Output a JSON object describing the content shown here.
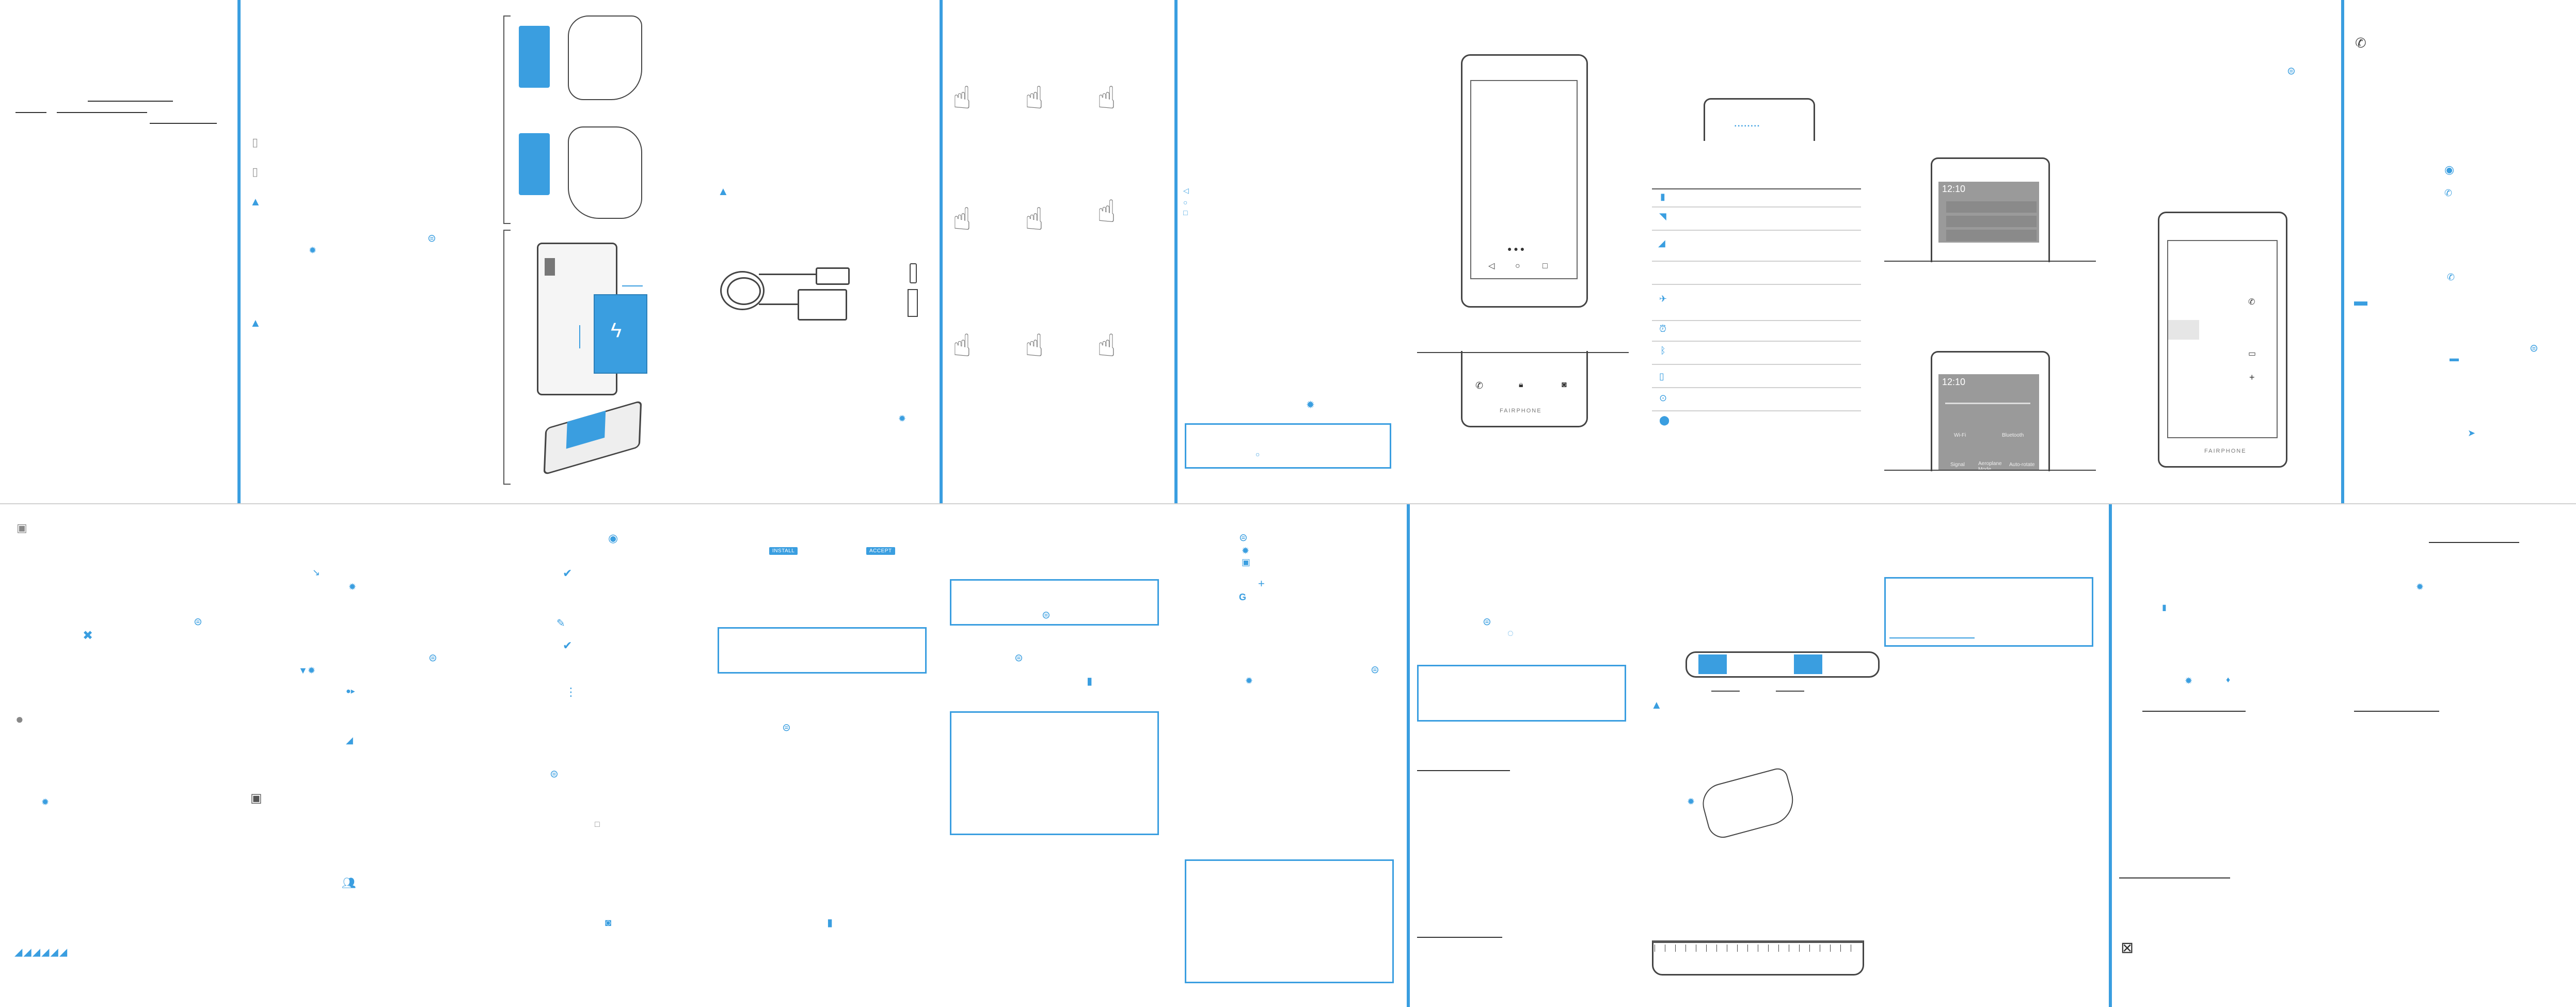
{
  "brand": "FAIRPHONE",
  "status_time": "12:10",
  "quick_toggles": [
    "Wi-Fi",
    "Bluetooth",
    "Signal",
    "Aeroplane Mode",
    "Auto-rotate"
  ],
  "install_button": "INSTALL",
  "accept_button": "ACCEPT",
  "colors": {
    "accent": "#3a9ee0",
    "divider": "#3a9ee0",
    "text": "#3a3a3a"
  },
  "icons": [
    "sim-icon",
    "warning-icon",
    "gear-icon",
    "more-icon",
    "check-icon",
    "pencil-icon",
    "phone-icon",
    "message-icon",
    "camera-icon",
    "trash-icon",
    "lock-icon",
    "send-icon",
    "battery-icon",
    "wifi-icon",
    "signal-icon",
    "airplane-icon",
    "alarm-icon",
    "bluetooth-icon",
    "vibrate-icon",
    "location-icon",
    "recycle-bin-crossed-icon"
  ]
}
